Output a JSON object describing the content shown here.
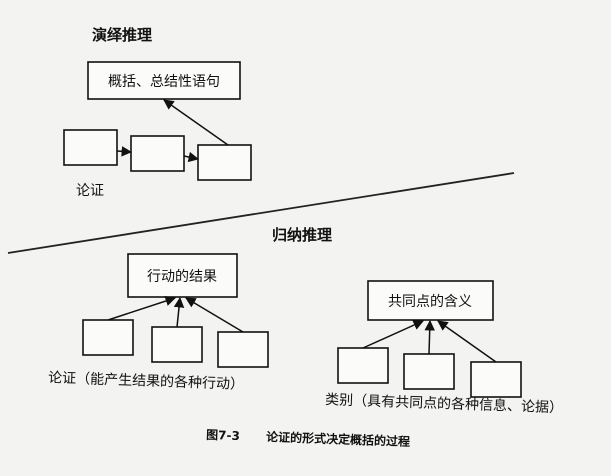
{
  "deductive": {
    "title": "演绎推理",
    "summary_box": "概括、总结性语句",
    "argument_label": "论证"
  },
  "inductive": {
    "title": "归纳推理",
    "left_box": "行动的结果",
    "left_label": "论证（能产生结果的各种行动）",
    "right_box": "共同点的含义",
    "right_label": "类别（具有共同点的各种信息、论据）"
  },
  "caption": {
    "number": "图7-3",
    "text": "论证的形式决定概括的过程"
  },
  "colors": {
    "background": "#f3f3f1",
    "ink": "#111111"
  }
}
